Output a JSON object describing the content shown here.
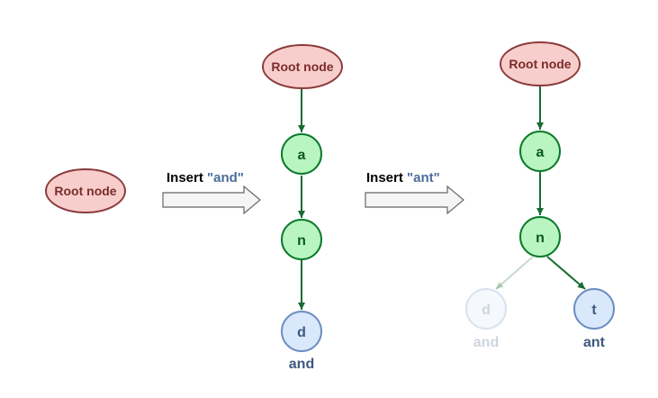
{
  "colors": {
    "root_fill": "#f8cecc",
    "root_stroke": "#8b3a3a",
    "root_text": "#7a2c2c",
    "letter_fill": "#b9f5c0",
    "letter_stroke": "#0a7a2a",
    "letter_text": "#0a5a1a",
    "leaf_fill": "#dae8fc",
    "leaf_stroke": "#6c8ebf",
    "leaf_text": "#3d5a80",
    "edge": "#1a6b33",
    "word_text": "#3d5a80",
    "insert_text": "#000000",
    "insert_word": "#4a6d9c",
    "arrow_fill": "#f5f5f5",
    "arrow_stroke": "#666666"
  },
  "stage1": {
    "root_label": "Root node"
  },
  "arrow1": {
    "prefix": "Insert ",
    "word": "\"and\""
  },
  "stage2": {
    "root_label": "Root node",
    "node_a": "a",
    "node_n": "n",
    "node_d": "d",
    "word_d": "and"
  },
  "arrow2": {
    "prefix": "Insert ",
    "word": "\"ant\""
  },
  "stage3": {
    "root_label": "Root node",
    "node_a": "a",
    "node_n": "n",
    "node_d": "d",
    "word_d": "and",
    "node_t": "t",
    "word_t": "ant",
    "faded_branch": "d"
  }
}
